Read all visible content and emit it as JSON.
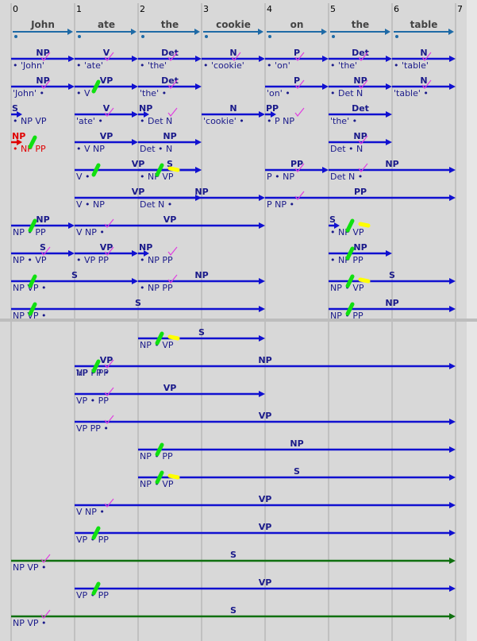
{
  "colors": {
    "background": "#d8d8d8",
    "grid": "#a8a8a8",
    "edge_blue": "#1010d0",
    "edge_green": "#107010",
    "edge_red": "#e00000",
    "label_text": "#1a1a8a",
    "mark_pink": "#e040e0",
    "mark_green": "#10e010",
    "mark_yellow": "#ffff00",
    "scrollbar": "#e6e6e6",
    "word_header": "#1e6aa6"
  },
  "chart": {
    "positions": [
      "0",
      "1",
      "2",
      "3",
      "4",
      "5",
      "6",
      "7"
    ],
    "words": [
      "John",
      "ate",
      "the",
      "cookie",
      "on",
      "the",
      "table"
    ]
  },
  "top_edges": [
    {
      "from": 0,
      "to": 1,
      "row": 0,
      "cat": "NP",
      "rhs": "• 'John'",
      "check": true
    },
    {
      "from": 1,
      "to": 2,
      "row": 0,
      "cat": "V",
      "rhs": "• 'ate'",
      "check": true
    },
    {
      "from": 2,
      "to": 3,
      "row": 0,
      "cat": "Det",
      "rhs": "• 'the'",
      "check": true
    },
    {
      "from": 3,
      "to": 4,
      "row": 0,
      "cat": "N",
      "rhs": "• 'cookie'",
      "check": true
    },
    {
      "from": 4,
      "to": 5,
      "row": 0,
      "cat": "P",
      "rhs": "• 'on'",
      "check": true
    },
    {
      "from": 5,
      "to": 6,
      "row": 0,
      "cat": "Det",
      "rhs": "• 'the'",
      "check": true
    },
    {
      "from": 6,
      "to": 7,
      "row": 0,
      "cat": "N",
      "rhs": "• 'table'",
      "check": true
    },
    {
      "from": 0,
      "to": 1,
      "row": 1,
      "cat": "NP",
      "rhs": "'John' •",
      "check": true
    },
    {
      "from": 1,
      "to": 2,
      "row": 1,
      "cat": "VP",
      "rhs": "• V",
      "green": true
    },
    {
      "from": 2,
      "to": 3,
      "row": 1,
      "cat": "Det",
      "rhs": "'the' •",
      "check": true
    },
    {
      "from": 4,
      "to": 5,
      "row": 1,
      "cat": "P",
      "rhs": "'on' •",
      "check": true
    },
    {
      "from": 5,
      "to": 6,
      "row": 1,
      "cat": "NP",
      "rhs": "• Det N",
      "check": true
    },
    {
      "from": 6,
      "to": 7,
      "row": 1,
      "cat": "N",
      "rhs": "'table' •",
      "check": true
    },
    {
      "from": 0,
      "to": 0,
      "row": 2,
      "cat": "S",
      "rhs": "• NP VP"
    },
    {
      "from": 1,
      "to": 2,
      "row": 2,
      "cat": "V",
      "rhs": "'ate' •",
      "check": true
    },
    {
      "from": 2,
      "to": 2,
      "row": 2,
      "cat": "NP",
      "rhs": "• Det N",
      "check": true
    },
    {
      "from": 3,
      "to": 4,
      "row": 2,
      "cat": "N",
      "rhs": "'cookie' •"
    },
    {
      "from": 4,
      "to": 4,
      "row": 2,
      "cat": "PP",
      "rhs": "• P NP",
      "check": true
    },
    {
      "from": 5,
      "to": 6,
      "row": 2,
      "cat": "Det",
      "rhs": "'the' •"
    },
    {
      "from": 0,
      "to": 0,
      "row": 3,
      "cat": "NP",
      "rhs": "• NP PP",
      "red": true,
      "green": true
    },
    {
      "from": 1,
      "to": 2,
      "row": 3,
      "cat": "VP",
      "rhs": "• V NP"
    },
    {
      "from": 2,
      "to": 3,
      "row": 3,
      "cat": "NP",
      "rhs": "Det • N"
    },
    {
      "from": 5,
      "to": 6,
      "row": 3,
      "cat": "NP",
      "rhs": "Det • N",
      "check": true
    },
    {
      "from": 1,
      "to": 3,
      "row": 4,
      "cat": "VP",
      "rhs": "V •",
      "green": true
    },
    {
      "from": 2,
      "to": 3,
      "row": 4,
      "cat": "S",
      "rhs": "• NP VP",
      "green": true,
      "yellow": true
    },
    {
      "from": 4,
      "to": 5,
      "row": 4,
      "cat": "PP",
      "rhs": "P • NP",
      "check": true
    },
    {
      "from": 5,
      "to": 7,
      "row": 4,
      "cat": "NP",
      "rhs": "Det N •",
      "check": true
    },
    {
      "from": 1,
      "to": 3,
      "row": 5,
      "cat": "VP",
      "rhs": "V • NP"
    },
    {
      "from": 2,
      "to": 4,
      "row": 5,
      "cat": "NP",
      "rhs": "Det N •"
    },
    {
      "from": 4,
      "to": 7,
      "row": 5,
      "cat": "PP",
      "rhs": "P NP •",
      "check": true
    },
    {
      "from": 0,
      "to": 1,
      "row": 6,
      "cat": "NP",
      "rhs": "NP • PP",
      "green": true
    },
    {
      "from": 1,
      "to": 4,
      "row": 6,
      "cat": "VP",
      "rhs": "V NP •",
      "check": true
    },
    {
      "from": 5,
      "to": 5,
      "row": 6,
      "cat": "S",
      "rhs": "• NP VP",
      "green": true,
      "yellow": true
    },
    {
      "from": 0,
      "to": 1,
      "row": 7,
      "cat": "S",
      "rhs": "NP • VP",
      "check": true
    },
    {
      "from": 1,
      "to": 2,
      "row": 7,
      "cat": "VP",
      "rhs": "• VP PP",
      "check": true
    },
    {
      "from": 2,
      "to": 2,
      "row": 7,
      "cat": "NP",
      "rhs": "• NP PP",
      "check": true
    },
    {
      "from": 5,
      "to": 6,
      "row": 7,
      "cat": "NP",
      "rhs": "• NP PP",
      "green": true
    },
    {
      "from": 0,
      "to": 2,
      "row": 8,
      "cat": "S",
      "rhs": "NP VP •",
      "green": true
    },
    {
      "from": 2,
      "to": 4,
      "row": 8,
      "cat": "NP",
      "rhs": "• NP PP",
      "check": true
    },
    {
      "from": 5,
      "to": 7,
      "row": 8,
      "cat": "S",
      "rhs": "NP • VP",
      "green": true,
      "yellow": true
    },
    {
      "from": 0,
      "to": 4,
      "row": 9,
      "cat": "S",
      "rhs": "NP VP •",
      "green": true
    },
    {
      "from": 5,
      "to": 7,
      "row": 9,
      "cat": "NP",
      "rhs": "NP • PP",
      "green": true
    }
  ],
  "bottom_edges": [
    {
      "from": 2,
      "to": 4,
      "row": 0,
      "cat": "S",
      "rhs": "NP • VP",
      "green": true,
      "yellow": true
    },
    {
      "from": 1,
      "to": 7,
      "row": 1,
      "cat": "NP",
      "rhs": "NP PP •",
      "leftcat": "VP",
      "leftrhs": "VP • PP",
      "green": true,
      "check": true
    },
    {
      "from": 1,
      "to": 4,
      "row": 2,
      "cat": "VP",
      "rhs": "VP • PP",
      "check": true
    },
    {
      "from": 1,
      "to": 7,
      "row": 3,
      "cat": "VP",
      "rhs": "VP PP •",
      "check": true
    },
    {
      "from": 2,
      "to": 7,
      "row": 4,
      "cat": "NP",
      "rhs": "NP • PP",
      "green": true
    },
    {
      "from": 2,
      "to": 7,
      "row": 5,
      "cat": "S",
      "rhs": "NP • VP",
      "green": true,
      "yellow": true
    },
    {
      "from": 1,
      "to": 7,
      "row": 6,
      "cat": "VP",
      "rhs": "V NP •",
      "check": true
    },
    {
      "from": 1,
      "to": 7,
      "row": 7,
      "cat": "VP",
      "rhs": "VP • PP",
      "green": true
    },
    {
      "from": 0,
      "to": 7,
      "row": 8,
      "cat": "S",
      "rhs": "NP VP •",
      "color": "green",
      "check": true
    },
    {
      "from": 1,
      "to": 7,
      "row": 9,
      "cat": "VP",
      "rhs": "VP • PP",
      "green": true
    },
    {
      "from": 0,
      "to": 7,
      "row": 10,
      "cat": "S",
      "rhs": "NP VP •",
      "color": "green",
      "check": true
    }
  ]
}
